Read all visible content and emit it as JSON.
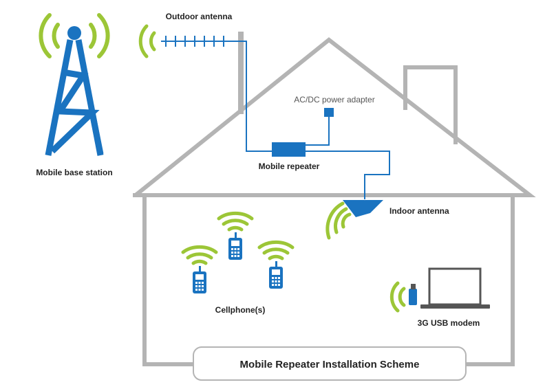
{
  "labels": {
    "outdoor_antenna": "Outdoor antenna",
    "base_station": "Mobile base station",
    "power_adapter": "AC/DC power adapter",
    "repeater": "Mobile repeater",
    "indoor_antenna": "Indoor antenna",
    "cellphones": "Cellphone(s)",
    "usb_modem": "3G USB modem"
  },
  "title": "Mobile Repeater Installation Scheme",
  "colors": {
    "blue": "#1a73c0",
    "green": "#9cc637",
    "gray": "#b4b4b4",
    "text": "#222222",
    "light_text": "#555555"
  }
}
